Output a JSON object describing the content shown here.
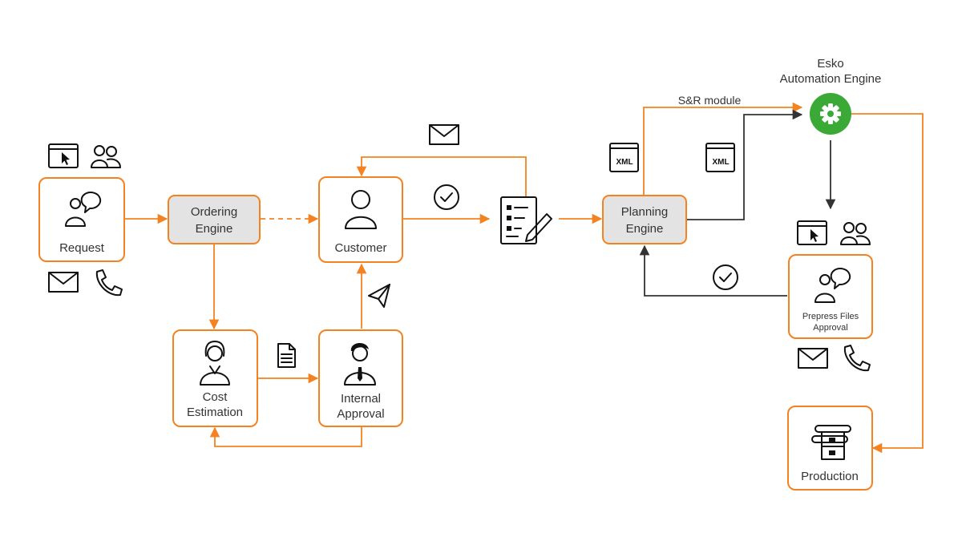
{
  "colors": {
    "accent": "#f58220",
    "dark_arrow": "#333333",
    "automation_green": "#3aa935",
    "engine_fill": "#e3e3e3"
  },
  "nodes": {
    "request": "Request",
    "ordering_engine": [
      "Ordering",
      "Engine"
    ],
    "customer": "Customer",
    "cost_estimation": [
      "Cost",
      "Estimation"
    ],
    "internal_approval": [
      "Internal",
      "Approval"
    ],
    "planning_engine": [
      "Planning",
      "Engine"
    ],
    "automation_engine": [
      "Esko",
      "Automation Engine"
    ],
    "prepress_approval": [
      "Prepress Files",
      "Approval"
    ],
    "production": "Production"
  },
  "edges": {
    "sr_module": "S&R module",
    "xml_badge": "XML"
  },
  "icons": [
    "browser-cursor-icon",
    "users-icon",
    "person-speech-icon",
    "envelope-icon",
    "phone-icon",
    "person-icon",
    "checkmark-icon",
    "checklist-pencil-icon",
    "paper-plane-icon",
    "document-icon",
    "woman-icon",
    "businessman-icon",
    "xml-file-icon",
    "gear-icon",
    "printing-press-icon"
  ]
}
